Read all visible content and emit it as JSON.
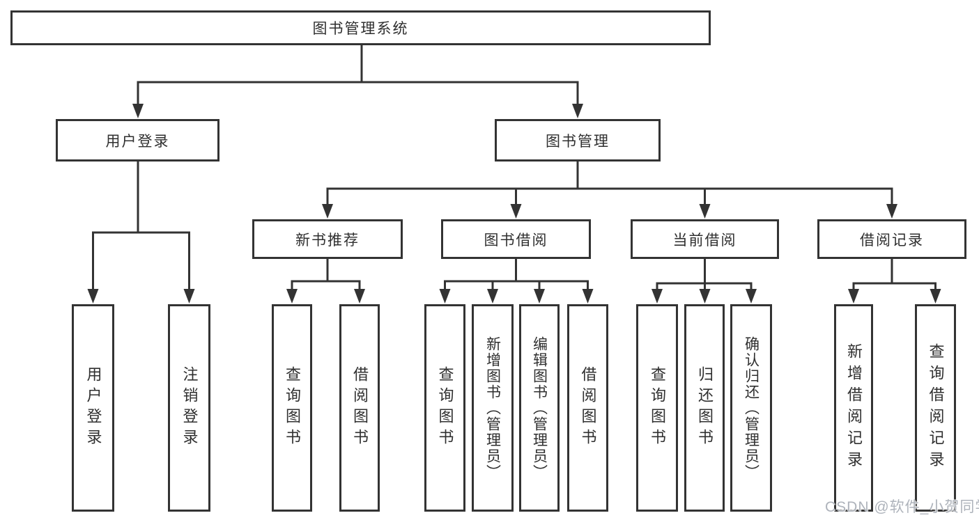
{
  "tree": {
    "root": {
      "label": "图书管理系统"
    },
    "children": [
      {
        "label": "用户登录",
        "children": [
          {
            "label": "用户登录"
          },
          {
            "label": "注销登录"
          }
        ]
      },
      {
        "label": "图书管理",
        "children": [
          {
            "label": "新书推荐",
            "children": [
              {
                "label": "查询图书"
              },
              {
                "label": "借阅图书"
              }
            ]
          },
          {
            "label": "图书借阅",
            "children": [
              {
                "label": "查询图书"
              },
              {
                "label": "新增图书（管理员）"
              },
              {
                "label": "编辑图书（管理员）"
              },
              {
                "label": "借阅图书"
              }
            ]
          },
          {
            "label": "当前借阅",
            "children": [
              {
                "label": "查询图书"
              },
              {
                "label": "归还图书"
              },
              {
                "label": "确认归还（管理员）"
              }
            ]
          },
          {
            "label": "借阅记录",
            "children": [
              {
                "label": "新增借阅记录"
              },
              {
                "label": "查询借阅记录"
              }
            ]
          }
        ]
      }
    ]
  },
  "watermark": "CSDN @软件_小贺同学",
  "colors": {
    "line": "#333333",
    "box_border": "#333333",
    "box_fill": "#ffffff",
    "text": "#2f2f2f",
    "watermark": "#aeb3bb"
  }
}
